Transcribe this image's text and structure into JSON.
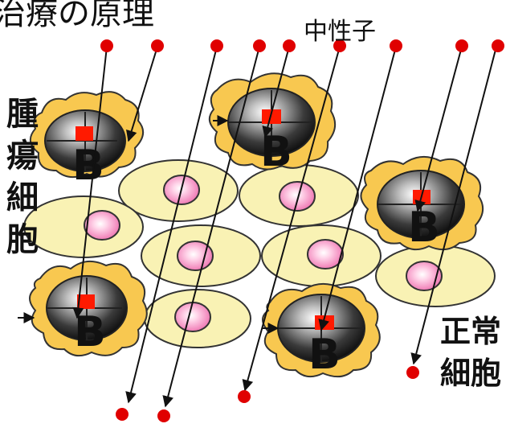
{
  "title_fragment": "治療の原理",
  "neutron_label": "中性子",
  "tumor_label": [
    "腫",
    "瘍",
    "細",
    "胞"
  ],
  "normal_label": [
    "正常",
    "細胞"
  ],
  "boron_symbol": "B",
  "colors": {
    "neutron": "#e00000",
    "tumor_blob": "#f8c850",
    "tumor_core": "#555555",
    "normal_cell": "#f9f2b4",
    "nucleus": "#ee6fae",
    "boron_mark": "#ff1a00",
    "arrow": "#111111"
  },
  "icons": {
    "neutron": "red-dot",
    "tumor": "tumor-cell-blob",
    "normal": "normal-cell-ellipse"
  }
}
